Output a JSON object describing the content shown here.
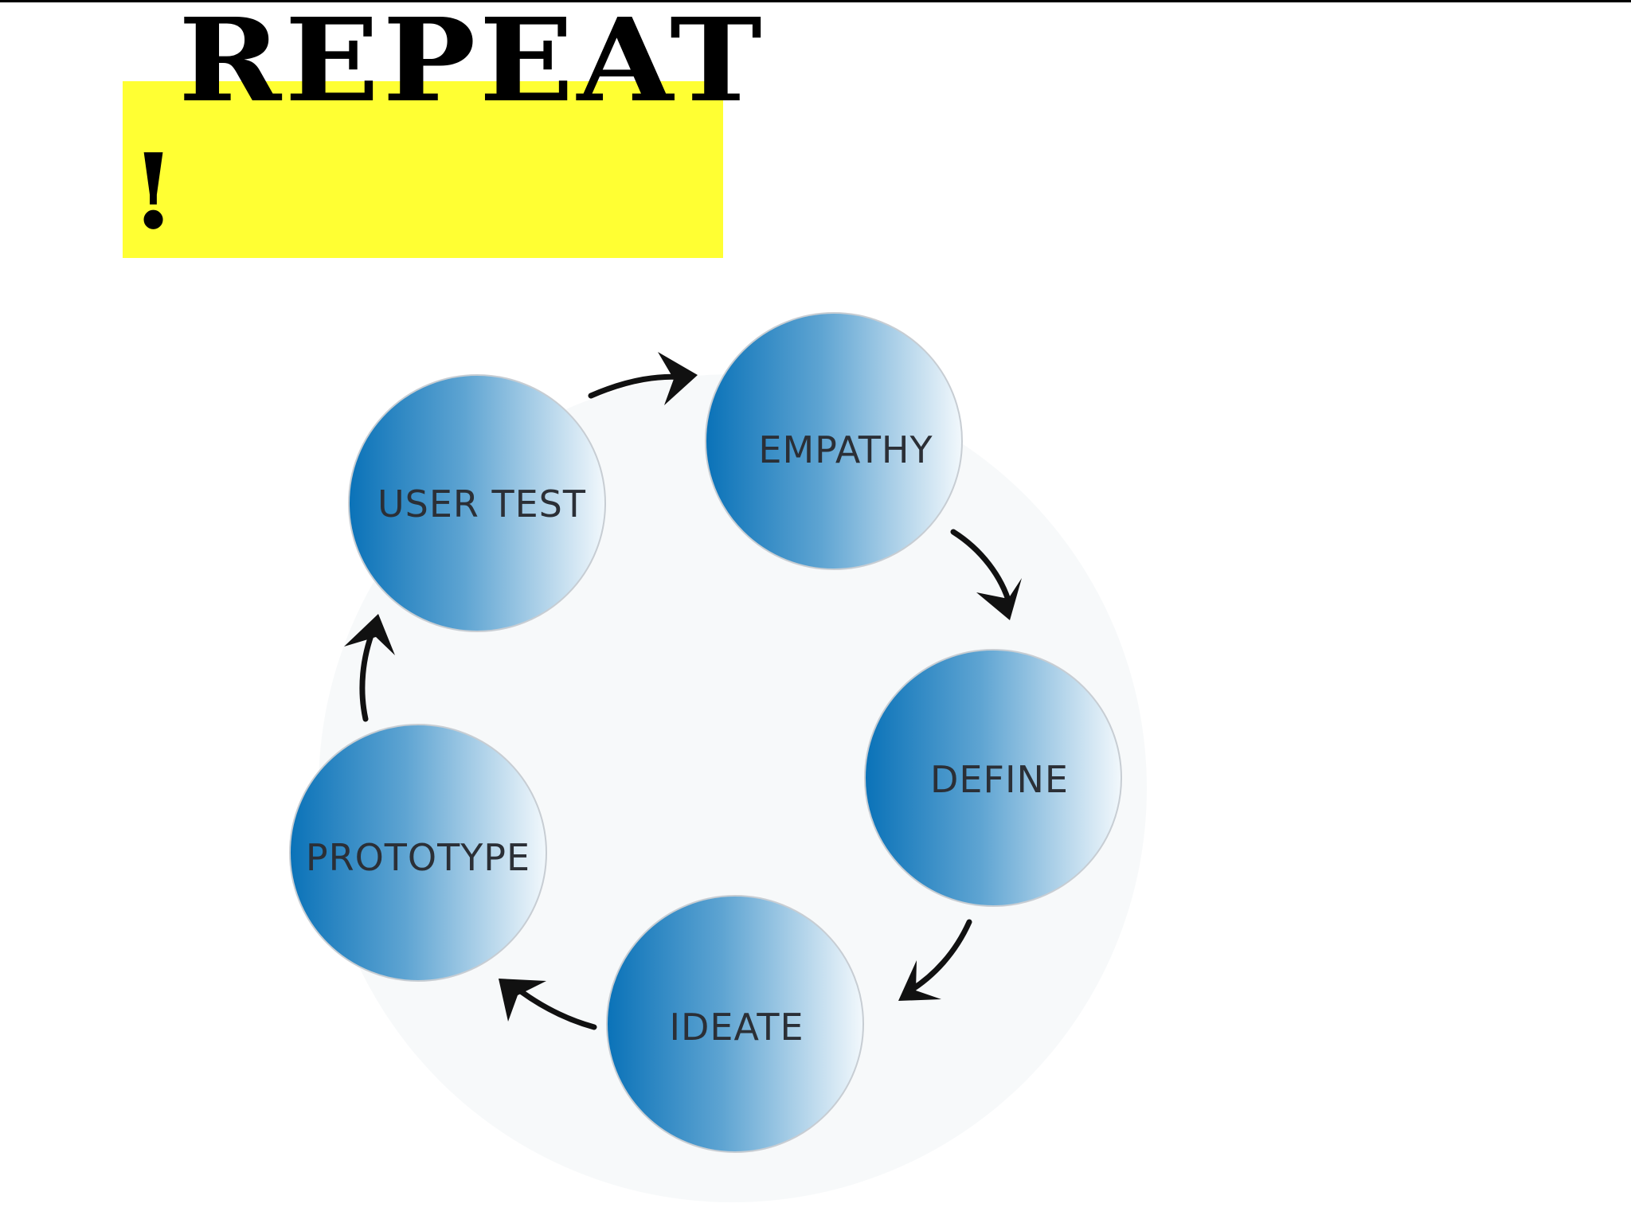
{
  "title": {
    "text": "REPEAT",
    "punctuation": "!",
    "highlight_color": "#ffff33"
  },
  "cycle": {
    "nodes": [
      {
        "id": "empathy",
        "label": "EMPATHY"
      },
      {
        "id": "define",
        "label": "DEFINE"
      },
      {
        "id": "ideate",
        "label": "IDEATE"
      },
      {
        "id": "prototype",
        "label": "PROTOTYPE"
      },
      {
        "id": "user-test",
        "label": "USER TEST"
      }
    ],
    "circle_gradient": [
      "#0a72b8",
      "#f2f8fc"
    ],
    "arrow_color": "#111111"
  }
}
